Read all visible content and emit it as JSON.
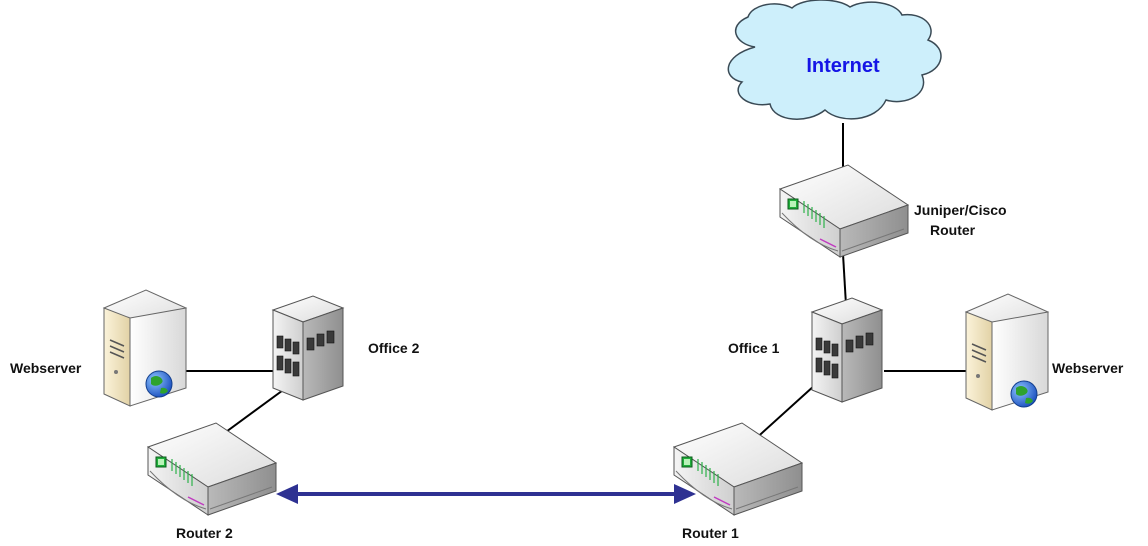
{
  "diagram": {
    "nodes": {
      "internet": {
        "label": "Internet",
        "icon": "cloud-icon"
      },
      "edge_router": {
        "label_line1": "Juniper/Cisco",
        "label_line2": "Router",
        "icon": "router-icon"
      },
      "office1": {
        "label": "Office 1",
        "icon": "office-building-icon"
      },
      "office2": {
        "label": "Office 2",
        "icon": "office-building-icon"
      },
      "webserver1": {
        "label": "Webserver",
        "icon": "server-globe-icon"
      },
      "webserver2": {
        "label": "Webserver",
        "icon": "server-globe-icon"
      },
      "router1": {
        "label": "Router 1",
        "icon": "router-icon"
      },
      "router2": {
        "label": "Router 2",
        "icon": "router-icon"
      }
    },
    "links": [
      {
        "from": "internet",
        "to": "edge_router",
        "style": "line"
      },
      {
        "from": "edge_router",
        "to": "office1",
        "style": "line"
      },
      {
        "from": "office1",
        "to": "webserver1",
        "style": "line"
      },
      {
        "from": "office1",
        "to": "router1",
        "style": "line"
      },
      {
        "from": "office2",
        "to": "webserver2",
        "style": "line"
      },
      {
        "from": "office2",
        "to": "router2",
        "style": "line"
      },
      {
        "from": "router2",
        "to": "router1",
        "style": "double-arrow"
      }
    ],
    "colors": {
      "link": "#000000",
      "tunnel": "#2E3192",
      "cloud_fill": "#CDEFFB",
      "cloud_text": "#1515E6"
    }
  }
}
